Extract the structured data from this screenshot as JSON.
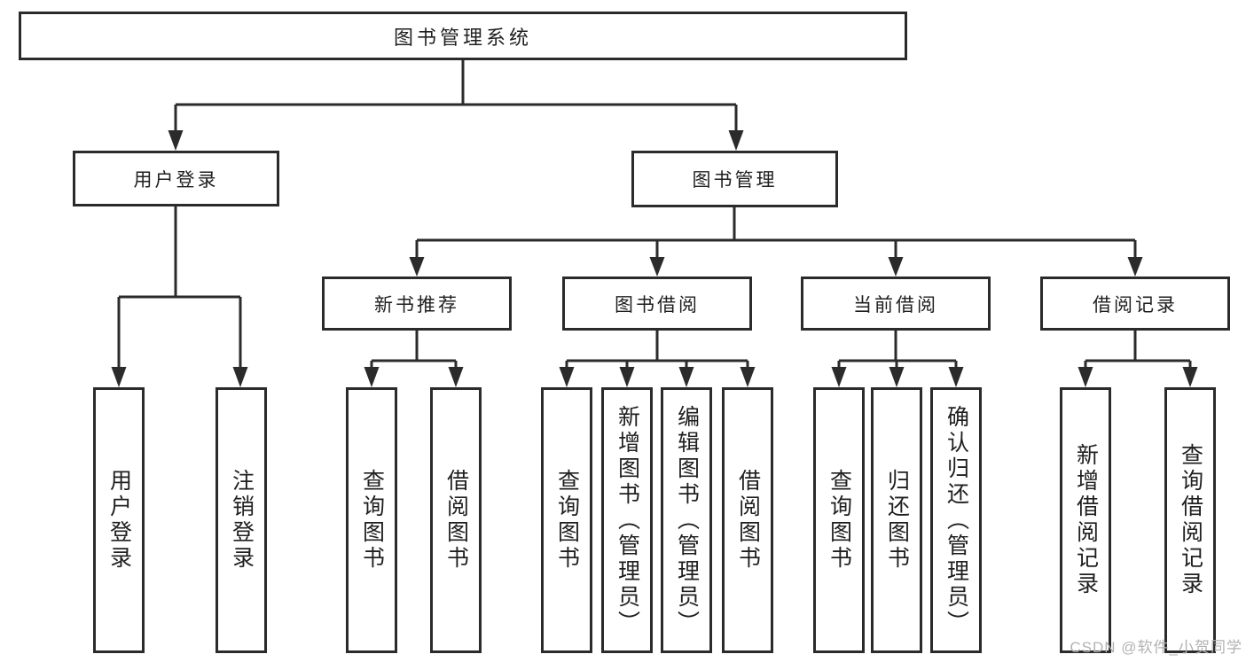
{
  "colors": {
    "line": "#2b2b2b",
    "text": "#1f1f1f",
    "watermark": "#b2b2b2",
    "canvas": "#ffffff"
  },
  "watermark": {
    "text": "CSDN @软件_小贺同学"
  },
  "tree": {
    "label": "图书管理系统",
    "children": [
      {
        "label": "用户登录",
        "children": [
          {
            "label": "用户登录"
          },
          {
            "label": "注销登录"
          }
        ]
      },
      {
        "label": "图书管理",
        "children": [
          {
            "label": "新书推荐",
            "children": [
              {
                "label": "查询图书"
              },
              {
                "label": "借阅图书"
              }
            ]
          },
          {
            "label": "图书借阅",
            "children": [
              {
                "label": "查询图书"
              },
              {
                "label": "新增图书（管理员）"
              },
              {
                "label": "编辑图书（管理员）"
              },
              {
                "label": "借阅图书"
              }
            ]
          },
          {
            "label": "当前借阅",
            "children": [
              {
                "label": "查询图书"
              },
              {
                "label": "归还图书"
              },
              {
                "label": "确认归还（管理员）"
              }
            ]
          },
          {
            "label": "借阅记录",
            "children": [
              {
                "label": "新增借阅记录"
              },
              {
                "label": "查询借阅记录"
              }
            ]
          }
        ]
      }
    ]
  }
}
